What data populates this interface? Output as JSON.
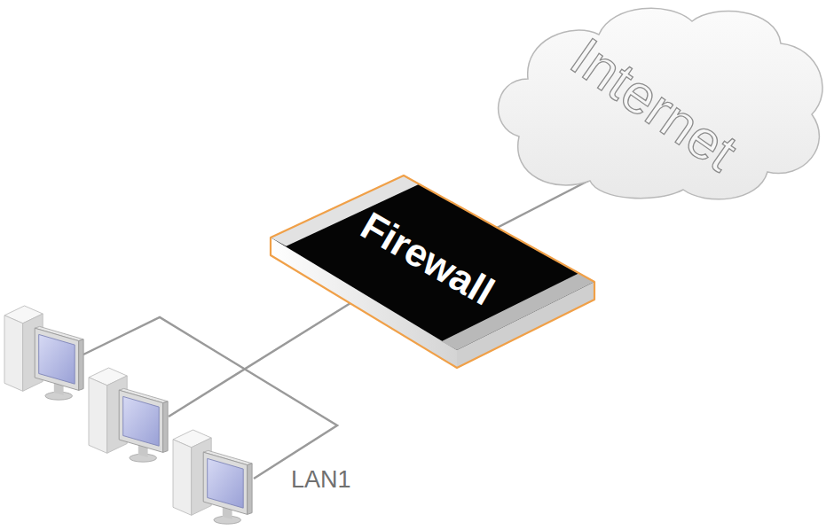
{
  "diagram": {
    "nodes": [
      {
        "text": [
          "Internet"
        ]
      },
      {
        "text": [
          "Firewall"
        ]
      }
    ],
    "edges": [
      {
        "from": 1,
        "to": 0,
        "arrow": "none"
      }
    ],
    "labels": [
      "LAN1"
    ]
  }
}
